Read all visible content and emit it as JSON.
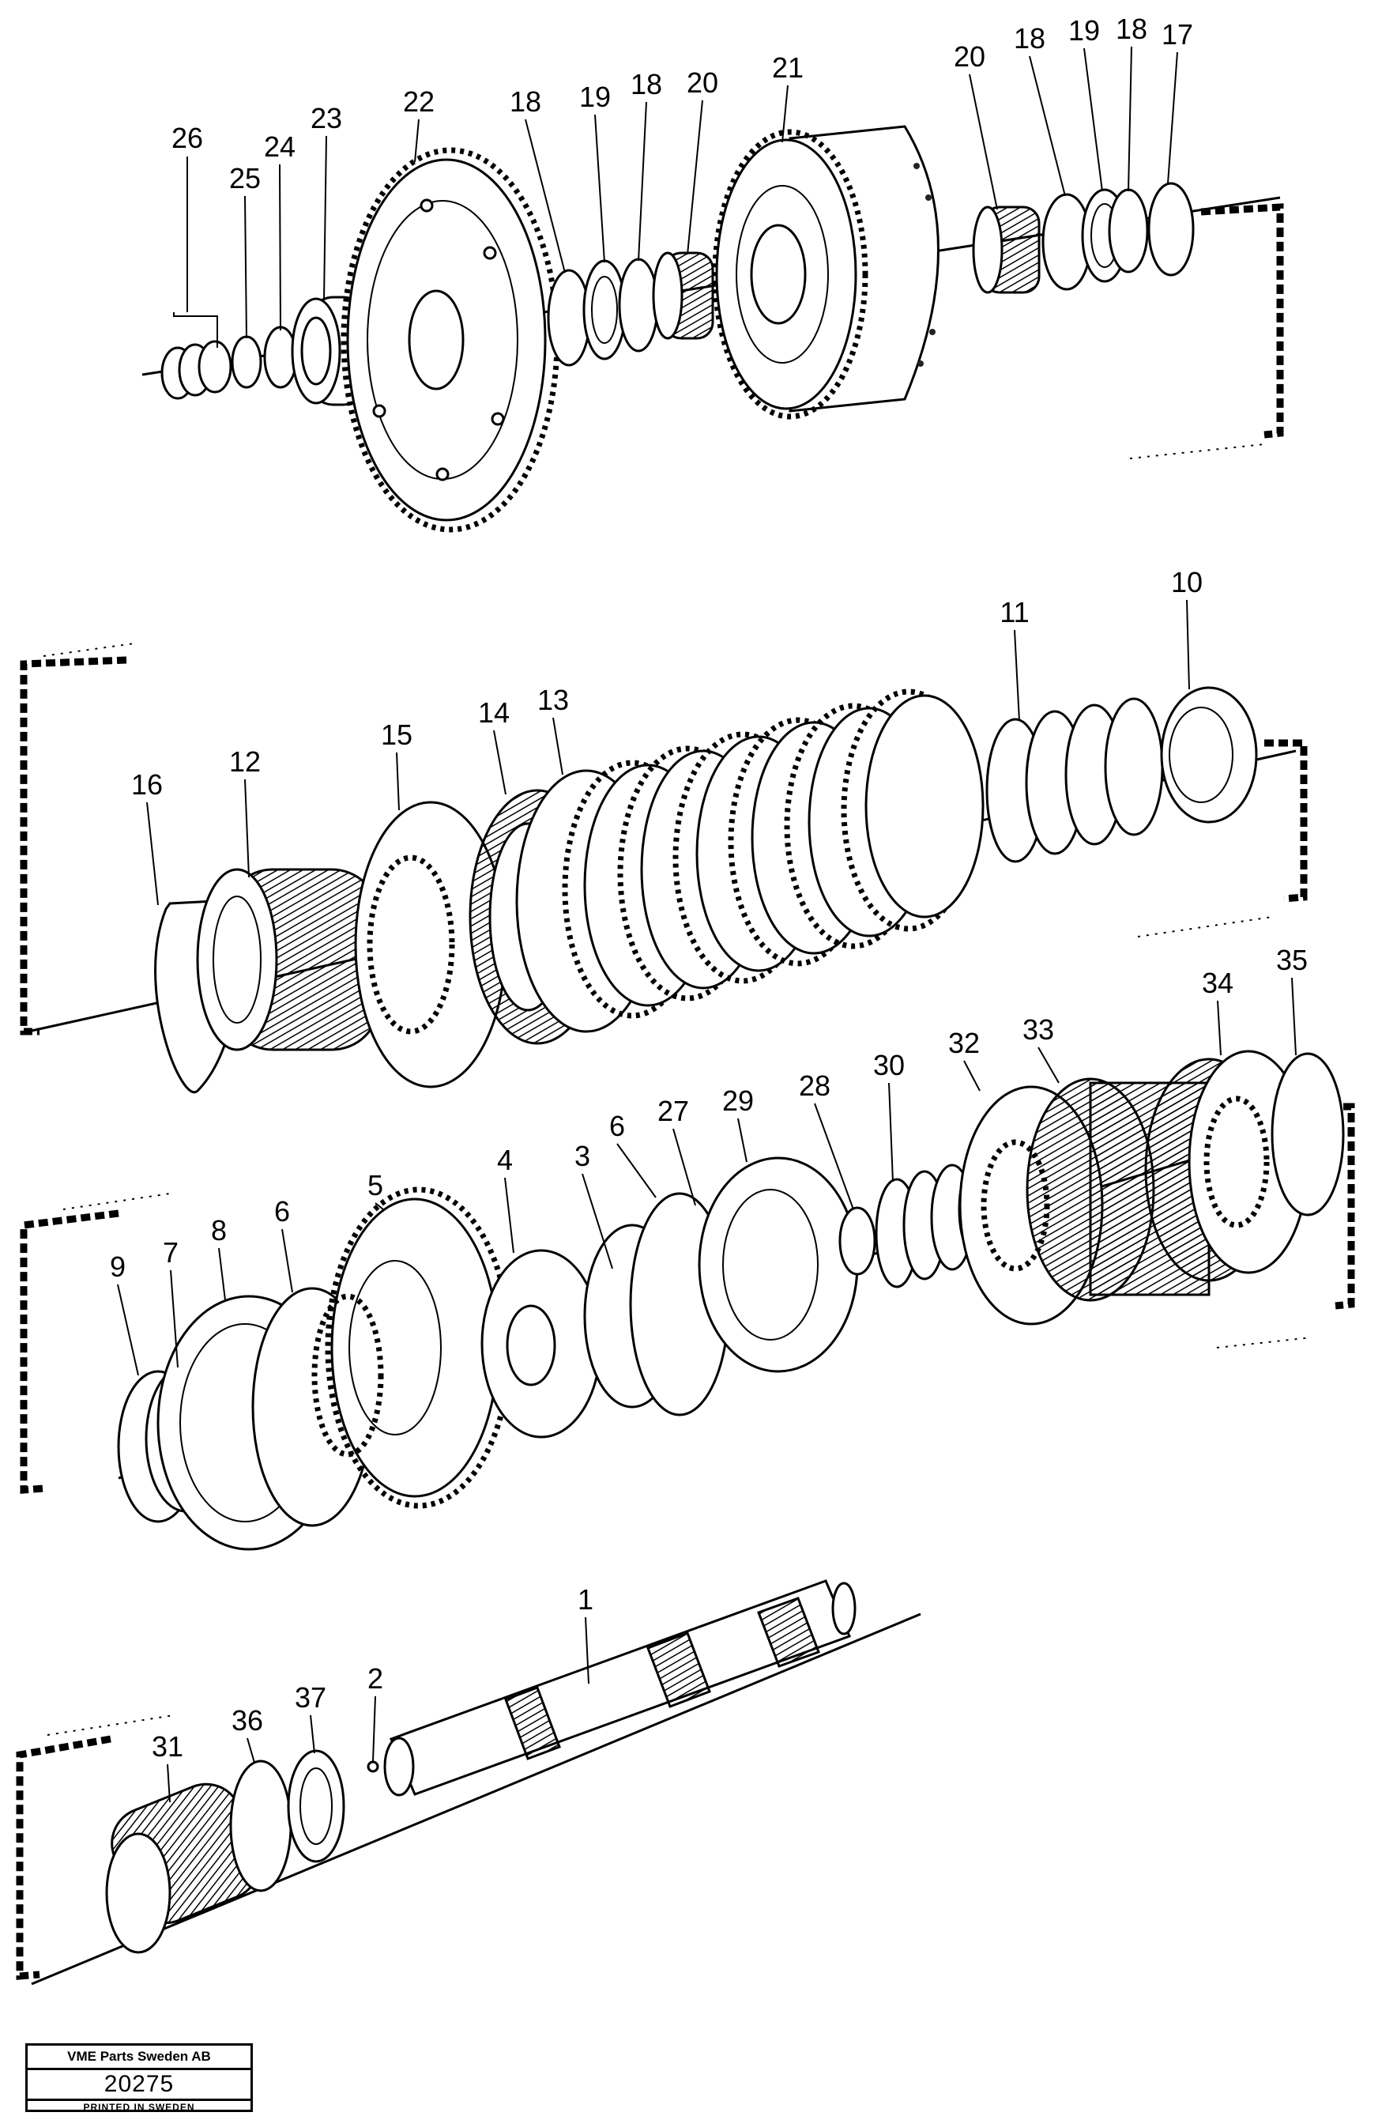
{
  "callouts": [
    {
      "id": "26",
      "label": "26"
    },
    {
      "id": "25",
      "label": "25"
    },
    {
      "id": "24",
      "label": "24"
    },
    {
      "id": "23",
      "label": "23"
    },
    {
      "id": "22",
      "label": "22"
    },
    {
      "id": "18a",
      "label": "18"
    },
    {
      "id": "19a",
      "label": "19"
    },
    {
      "id": "18b",
      "label": "18"
    },
    {
      "id": "20a",
      "label": "20"
    },
    {
      "id": "21",
      "label": "21"
    },
    {
      "id": "20b",
      "label": "20"
    },
    {
      "id": "18c",
      "label": "18"
    },
    {
      "id": "19b",
      "label": "19"
    },
    {
      "id": "18d",
      "label": "18"
    },
    {
      "id": "17",
      "label": "17"
    },
    {
      "id": "16",
      "label": "16"
    },
    {
      "id": "12",
      "label": "12"
    },
    {
      "id": "15",
      "label": "15"
    },
    {
      "id": "14",
      "label": "14"
    },
    {
      "id": "13",
      "label": "13"
    },
    {
      "id": "11",
      "label": "11"
    },
    {
      "id": "10",
      "label": "10"
    },
    {
      "id": "9",
      "label": "9"
    },
    {
      "id": "7",
      "label": "7"
    },
    {
      "id": "8",
      "label": "8"
    },
    {
      "id": "6a",
      "label": "6"
    },
    {
      "id": "5",
      "label": "5"
    },
    {
      "id": "4",
      "label": "4"
    },
    {
      "id": "3",
      "label": "3"
    },
    {
      "id": "6b",
      "label": "6"
    },
    {
      "id": "27",
      "label": "27"
    },
    {
      "id": "29",
      "label": "29"
    },
    {
      "id": "28",
      "label": "28"
    },
    {
      "id": "30",
      "label": "30"
    },
    {
      "id": "32",
      "label": "32"
    },
    {
      "id": "33",
      "label": "33"
    },
    {
      "id": "34",
      "label": "34"
    },
    {
      "id": "35",
      "label": "35"
    },
    {
      "id": "1",
      "label": "1"
    },
    {
      "id": "2",
      "label": "2"
    },
    {
      "id": "31",
      "label": "31"
    },
    {
      "id": "36",
      "label": "36"
    },
    {
      "id": "37",
      "label": "37"
    }
  ],
  "title_block": {
    "company": "VME Parts Sweden AB",
    "drawing_number": "20275",
    "printed": "PRINTED IN SWEDEN"
  }
}
